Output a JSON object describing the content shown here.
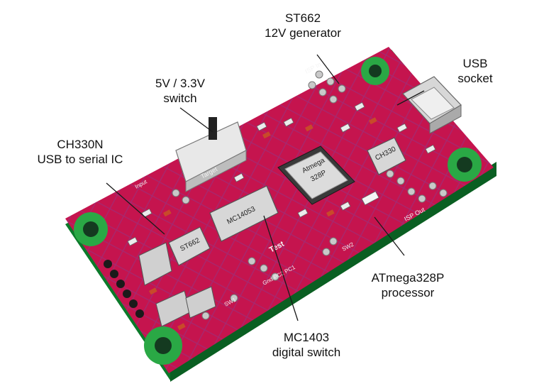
{
  "callouts": {
    "st662": {
      "line1": "ST662",
      "line2": "12V generator"
    },
    "usb_socket": {
      "line1": "USB",
      "line2": "socket"
    },
    "switch": {
      "line1": "5V / 3.3V",
      "line2": "switch"
    },
    "ch330n": {
      "line1": "CH330N",
      "line2": "USB to serial IC"
    },
    "atmega": {
      "line1": "ATmega328P",
      "line2": "processor"
    },
    "mc1403": {
      "line1": "MC1403",
      "line2": "digital switch"
    }
  },
  "chips": {
    "mcu_line1": "Atmega",
    "mcu_line2": "328P",
    "mux": "MC14053",
    "boost": "ST662",
    "serial": "CH330"
  },
  "silkscreen": {
    "isp_in": "ISP In",
    "isp_out": "ISP Out",
    "test": "Test",
    "target": "Target",
    "pins": "Gnd PC2 PC1",
    "sw1": "SW1",
    "sw2": "SW2",
    "input": "Input"
  },
  "colors": {
    "board": "#c5144e",
    "board_edge": "#0b7a2a",
    "pad": "#d9d9d9",
    "mount_ring": "#2aa845"
  }
}
